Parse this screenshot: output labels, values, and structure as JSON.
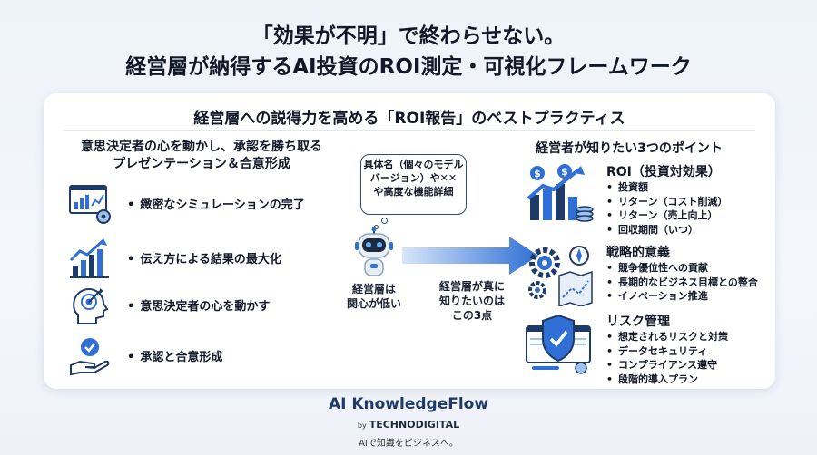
{
  "header": {
    "title_line1": "「効果が不明」で終わらせない。",
    "title_line2": "経営層が納得するAI投資のROI測定・可視化フレームワーク"
  },
  "card": {
    "title": "経営層への説得力を高める「ROI報告」のベストプラクティス"
  },
  "left": {
    "heading_line1": "意思決定者の心を動かし、承認を勝ち取る",
    "heading_line2": "プレゼンテーション＆合意形成",
    "items": [
      {
        "label": "緻密なシミュレーションの完了",
        "icon": "simulation-dashboard-icon"
      },
      {
        "label": "伝え方による結果の最大化",
        "icon": "growth-chart-icon"
      },
      {
        "label": "意思決定者の心を動かす",
        "icon": "head-target-icon"
      },
      {
        "label": "承認と合意形成",
        "icon": "hand-checkmark-icon"
      }
    ]
  },
  "center": {
    "bubble_line1": "具体名（個々のモデル",
    "bubble_line2": "バージョン）や✕✕",
    "bubble_line3": "や高度な機能詳細",
    "robot_caption_line1": "経営層は",
    "robot_caption_line2": "関心が低い",
    "arrow_caption_line1": "経営層が真に",
    "arrow_caption_line2": "知りたいのは",
    "arrow_caption_line3": "この3点",
    "robot_icon": "robot-icon",
    "arrow_icon": "right-arrow-icon"
  },
  "right": {
    "heading": "経営者が知りたい3つのポイント",
    "sections": [
      {
        "title": "ROI（投資対効果）",
        "icon": "money-growth-icon",
        "items": [
          "投資額",
          "リターン（コスト削減）",
          "リターン（売上向上）",
          "回収期間（いつ）"
        ]
      },
      {
        "title": "戦略的意義",
        "icon": "gear-compass-map-icon",
        "items": [
          "競争優位性への貢献",
          "長期的なビジネス目標との整合",
          "イノベーション推進"
        ]
      },
      {
        "title": "リスク管理",
        "icon": "security-shield-icon",
        "items": [
          "想定されるリスクと対策",
          "データセキュリティ",
          "コンプライアンス遵守",
          "段階的導入プラン"
        ]
      }
    ]
  },
  "footer": {
    "brand": "AI KnowledgeFlow",
    "by": "by",
    "company": "TECHNODIGITAL",
    "tagline": "AIで知識をビジネスへ。"
  },
  "colors": {
    "accent_blue": "#2f6fd6",
    "navy": "#1e3a66",
    "light_blue": "#9ec3ee"
  }
}
